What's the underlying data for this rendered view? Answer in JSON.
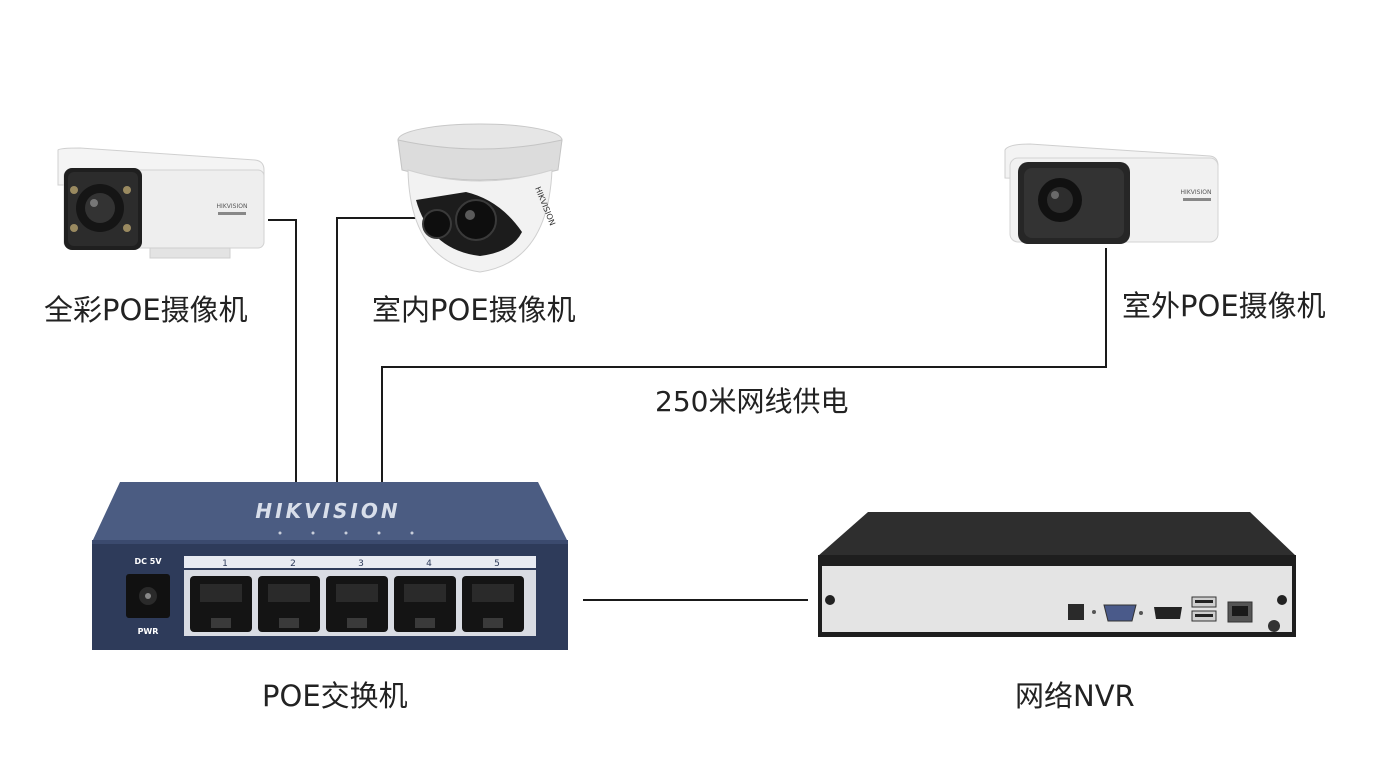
{
  "devices": {
    "full_color_camera": {
      "label": "全彩POE摄像机",
      "brand_text": "HIKVISION"
    },
    "indoor_camera": {
      "label": "室内POE摄像机",
      "brand_text": "HIKVISION"
    },
    "outdoor_camera": {
      "label": "室外POE摄像机",
      "brand_text": "HIKVISION"
    },
    "poe_switch": {
      "label": "POE交换机",
      "brand_text": "HIKVISION",
      "dc_text": "DC  5V",
      "pwr_text": "PWR",
      "ports": [
        "1",
        "2",
        "3",
        "4",
        "5"
      ]
    },
    "nvr": {
      "label": "网络NVR"
    }
  },
  "cable_note": "250米网线供电",
  "colors": {
    "line": "#1a1a1a",
    "switch_body": "#2f3d5c",
    "switch_top": "#4a5b80",
    "nvr_body": "#2b2b2b",
    "nvr_panel": "#e6e6e6",
    "camera_white": "#f0f0f0"
  }
}
